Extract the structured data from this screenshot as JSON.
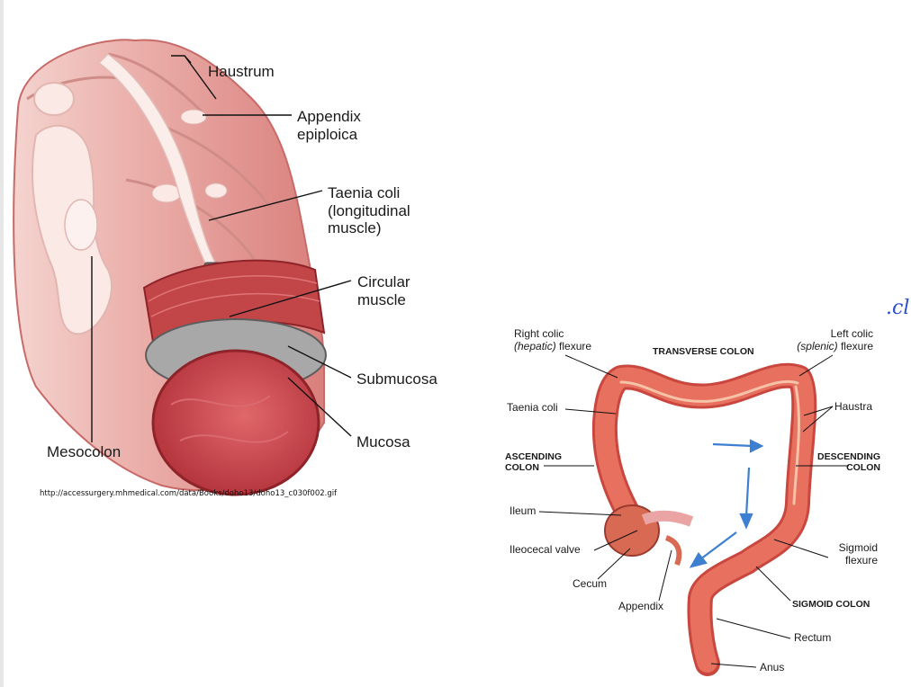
{
  "left_figure": {
    "labels": {
      "haustrum": "Haustrum",
      "appendix_epiploica": "Appendix\nepiploica",
      "taenia_coli": "Taenia coli\n(longitudinal\nmuscle)",
      "circular_muscle": "Circular\nmuscle",
      "submucosa": "Submucosa",
      "mucosa": "Mucosa",
      "mesocolon": "Mesocolon"
    },
    "source_url": "http://accessurgery.mhmedical.com/data/Books/doho13/doho13_c030f002.gif"
  },
  "right_figure": {
    "labels": {
      "right_colic_1": "Right colic",
      "right_colic_2_italic": "(hepatic)",
      "right_colic_2_rest": " flexure",
      "transverse_colon": "TRANSVERSE COLON",
      "left_colic_1": "Left colic",
      "left_colic_2_italic": "(splenic)",
      "left_colic_2_rest": " flexure",
      "taenia_coli": "Taenia coli",
      "haustra": "Haustra",
      "ascending_colon": "ASCENDING\nCOLON",
      "descending_colon": "DESCENDING\nCOLON",
      "ileum": "Ileum",
      "ileocecal_valve": "Ileocecal valve",
      "cecum": "Cecum",
      "appendix": "Appendix",
      "sigmoid_flexure": "Sigmoid\nflexure",
      "sigmoid_colon": "SIGMOID COLON",
      "rectum": "Rectum",
      "anus": "Anus"
    }
  },
  "annotation": {
    "handwriting": ".cl"
  },
  "colors": {
    "colon_fill": "#e06a5c",
    "colon_light": "#f2a59a",
    "muscle_dark": "#b5343a",
    "left_pink": "#e9a7a4",
    "left_pale": "#f6d9d6",
    "submucosa_gray": "#9a9a9a",
    "flow_arrow": "#3d7fd0",
    "handwriting": "#2a4fd0"
  }
}
